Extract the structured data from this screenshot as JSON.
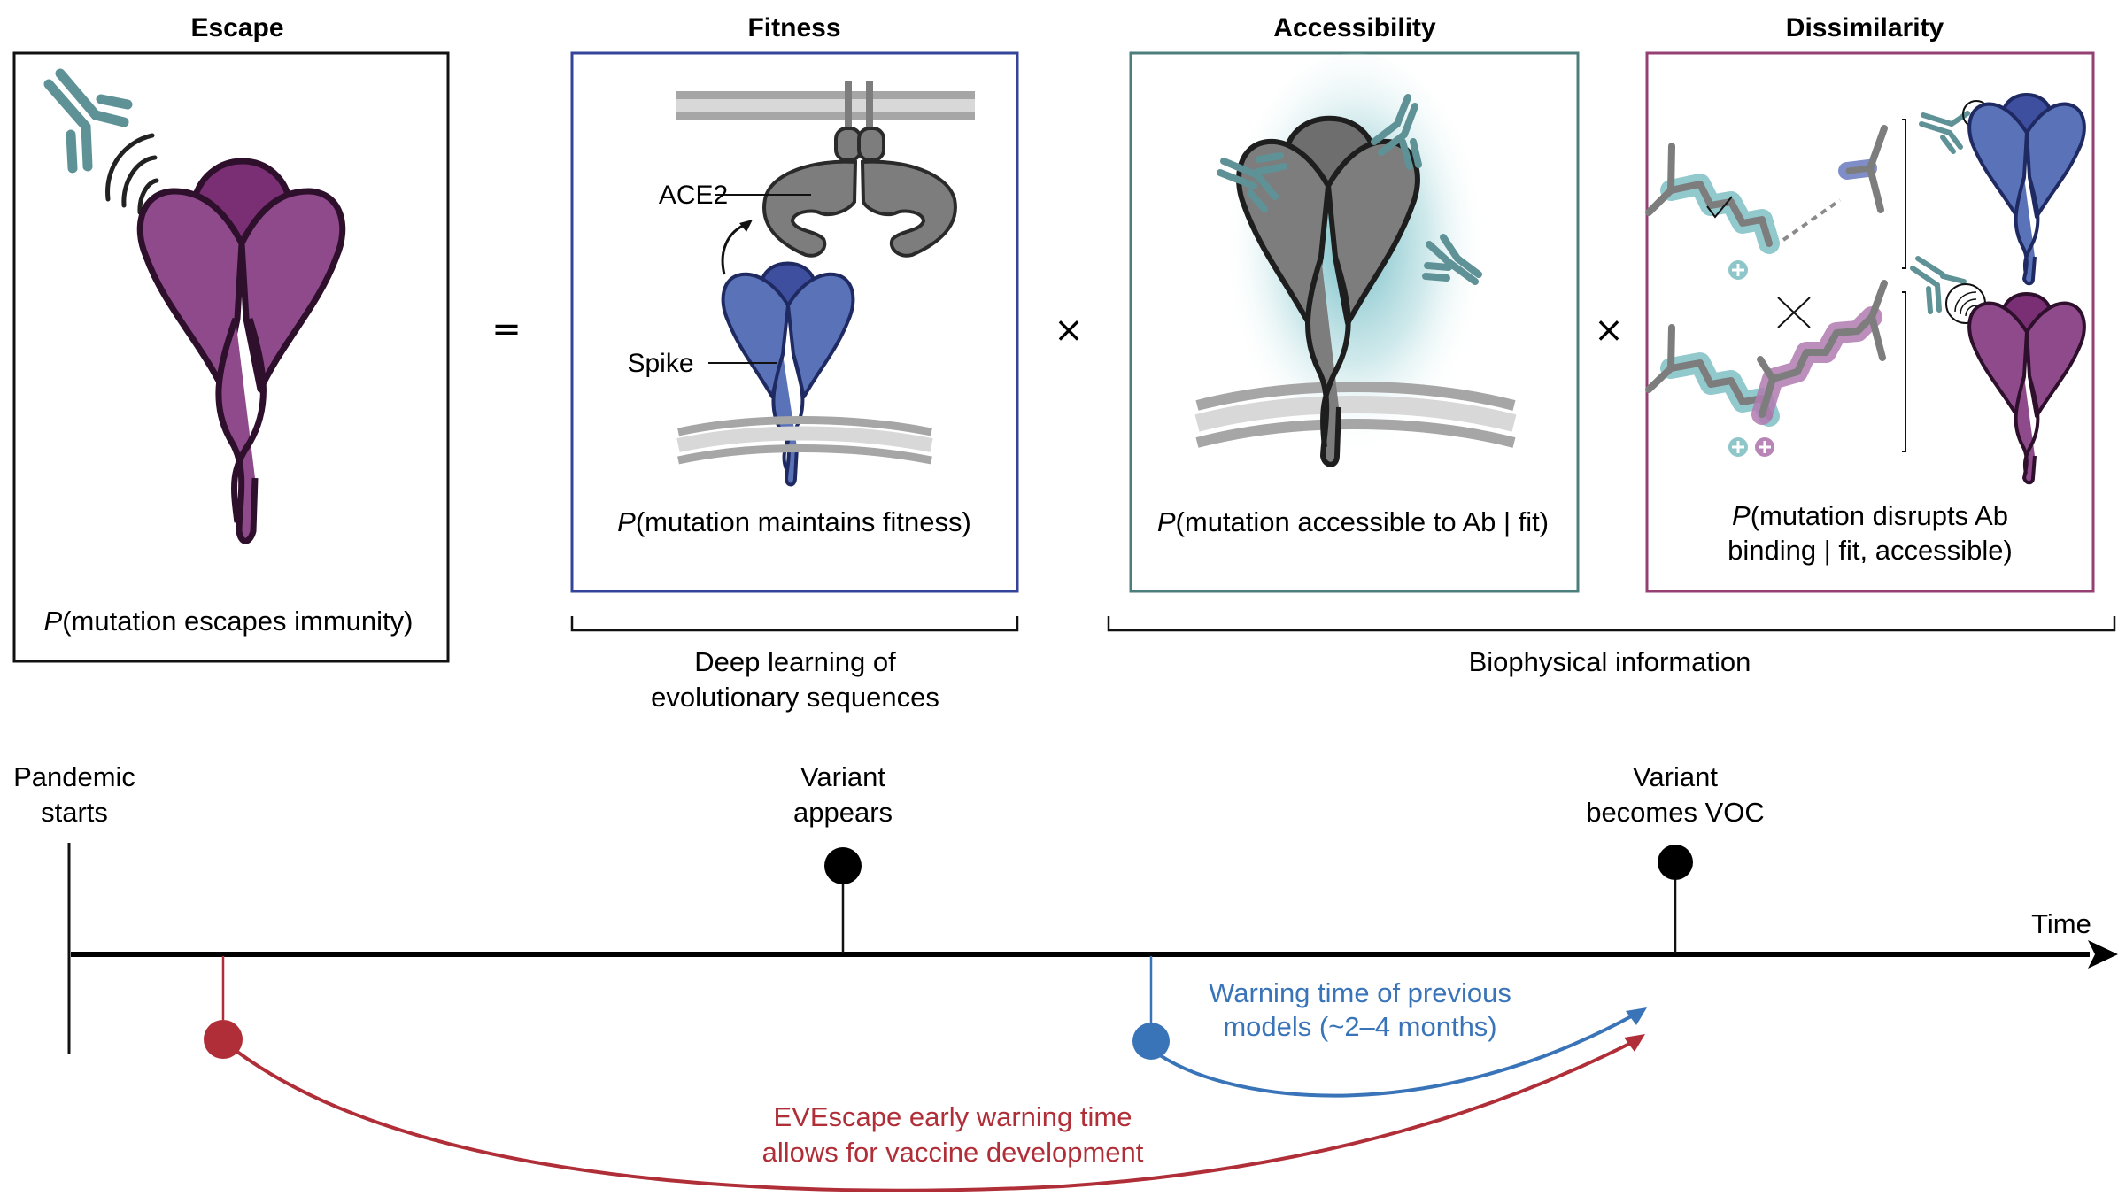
{
  "panels": {
    "escape": {
      "title": "Escape",
      "caption_p": "P",
      "caption_rest": "(mutation escapes immunity)",
      "border_color": "#111111",
      "protein_color": "#8e4a8a",
      "protein_dark": "#7a2f74"
    },
    "fitness": {
      "title": "Fitness",
      "caption_p": "P",
      "caption_rest": "(mutation maintains fitness)",
      "border_color": "#34449a",
      "label_ace2": "ACE2",
      "label_spike": "Spike",
      "protein_color": "#5a72b8",
      "protein_dark": "#3d4f9e"
    },
    "accessibility": {
      "title": "Accessibility",
      "caption_p": "P",
      "caption_rest": "(mutation accessible to Ab | fit)",
      "border_color": "#4c7f7c",
      "protein_color": "#7d7d7d",
      "glow_color": "#5fb3bd"
    },
    "dissimilarity": {
      "title": "Dissimilarity",
      "caption_p": "P",
      "caption_line1_rest": "(mutation disrupts Ab",
      "caption_line2": "binding | fit, accessible)",
      "border_color": "#953f73",
      "check_mark": "✓",
      "cross_mark": "✕"
    }
  },
  "operators": {
    "equals": "=",
    "times_1": "×",
    "times_2": "×"
  },
  "groups": {
    "deep_learning_line1": "Deep learning of",
    "deep_learning_line2": "evolutionary sequences",
    "biophysical": "Biophysical information"
  },
  "timeline": {
    "axis_label": "Time",
    "events": {
      "pandemic_line1": "Pandemic",
      "pandemic_line2": "starts",
      "variant_line1": "Variant",
      "variant_line2": "appears",
      "voc_line1": "Variant",
      "voc_line2": "becomes VOC"
    },
    "previous_models": {
      "line1": "Warning time of previous",
      "line2": "models (~2–4 months)",
      "color": "#3a74b8"
    },
    "evescape": {
      "line1": "EVEscape early warning time",
      "line2": "allows for vaccine development",
      "color": "#b02e37"
    }
  },
  "colors": {
    "antibody": "#5f9296",
    "membrane_dark": "#a6a6a6",
    "membrane_light": "#d8d8d8",
    "teal_highlight": "#7fbfc4",
    "magenta_highlight": "#b07ab0"
  }
}
